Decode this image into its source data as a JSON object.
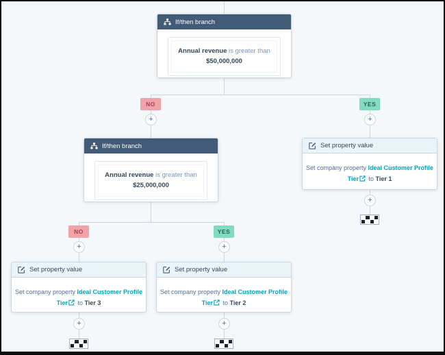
{
  "icons": {
    "plus": "+"
  },
  "badges": {
    "no": "NO",
    "yes": "YES"
  },
  "nodes": {
    "branch_50m": {
      "title": "If/then branch",
      "property": "Annual revenue",
      "operator": "is greater than",
      "value": "$50,000,000"
    },
    "branch_25m": {
      "title": "If/then branch",
      "property": "Annual revenue",
      "operator": "is greater than",
      "value": "$25,000,000"
    },
    "set_tier_1": {
      "title": "Set property value",
      "prefix": "Set company property",
      "property_link_line1": "Ideal Customer Profile",
      "property_link_line2": "Tier",
      "to_word": "to",
      "value": "Tier 1"
    },
    "set_tier_2": {
      "title": "Set property value",
      "prefix": "Set company property",
      "property_link_line1": "Ideal Customer Profile",
      "property_link_line2": "Tier",
      "to_word": "to",
      "value": "Tier 2"
    },
    "set_tier_3": {
      "title": "Set property value",
      "prefix": "Set company property",
      "property_link_line1": "Ideal Customer Profile",
      "property_link_line2": "Tier",
      "to_word": "to",
      "value": "Tier 3"
    }
  },
  "colors": {
    "canvas_bg": "#f5f8fa",
    "connector": "#cbd6e2",
    "branch_header": "#425b76",
    "action_header": "#e9f4f9",
    "link": "#00a4bd",
    "badge_no_bg": "#f2a3aa",
    "badge_no_text": "#a3424e",
    "badge_yes_bg": "#81dcbf",
    "badge_yes_text": "#2f5d55"
  }
}
